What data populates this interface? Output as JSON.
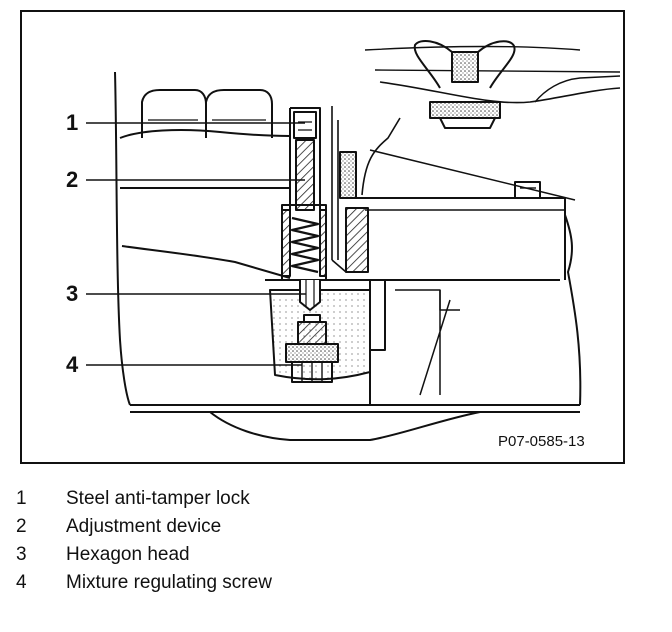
{
  "figure": {
    "code": "P07-0585-13",
    "callouts": [
      {
        "number": "1"
      },
      {
        "number": "2"
      },
      {
        "number": "3"
      },
      {
        "number": "4"
      }
    ]
  },
  "legend": [
    {
      "number": "1",
      "text": "Steel anti-tamper lock"
    },
    {
      "number": "2",
      "text": "Adjustment device"
    },
    {
      "number": "3",
      "text": "Hexagon head"
    },
    {
      "number": "4",
      "text": "Mixture regulating screw"
    }
  ]
}
